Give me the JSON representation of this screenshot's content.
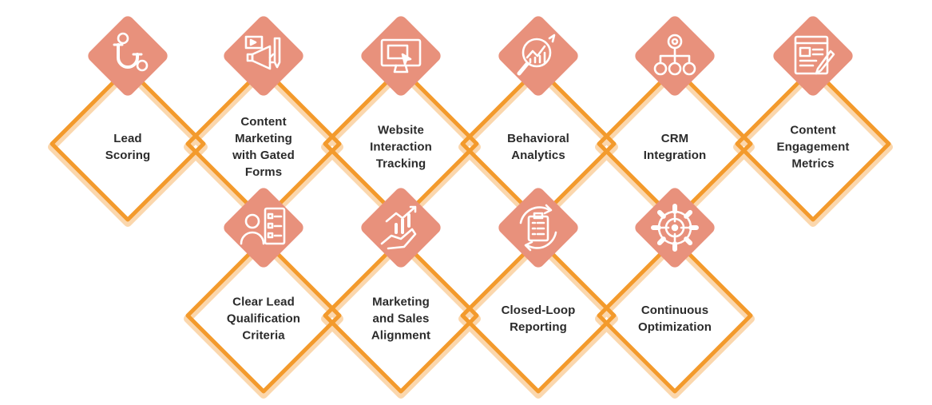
{
  "colors": {
    "outline": "#f39a2c",
    "outline_shadow": "#fbd7ad",
    "icon_tile": "#e8917c",
    "icon_stroke": "#ffffff",
    "text": "#2b2b2b"
  },
  "items": [
    {
      "id": "lead-scoring",
      "lines": [
        "Lead",
        "Scoring"
      ],
      "icon": "magnet-icon"
    },
    {
      "id": "content-marketing",
      "lines": [
        "Content",
        "Marketing",
        "with Gated",
        "Forms"
      ],
      "icon": "megaphone-icon"
    },
    {
      "id": "website-tracking",
      "lines": [
        "Website",
        "Interaction",
        "Tracking"
      ],
      "icon": "monitor-icon"
    },
    {
      "id": "behavioral-analytics",
      "lines": [
        "Behavioral",
        "Analytics"
      ],
      "icon": "magnifier-chart-icon"
    },
    {
      "id": "crm-integration",
      "lines": [
        "CRM",
        "Integration"
      ],
      "icon": "network-gear-icon"
    },
    {
      "id": "content-engagement",
      "lines": [
        "Content",
        "Engagement",
        "Metrics"
      ],
      "icon": "document-pen-icon"
    },
    {
      "id": "lead-qualification",
      "lines": [
        "Clear Lead",
        "Qualification",
        "Criteria"
      ],
      "icon": "person-checklist-icon"
    },
    {
      "id": "sales-alignment",
      "lines": [
        "Marketing",
        "and Sales",
        "Alignment"
      ],
      "icon": "hand-growth-icon"
    },
    {
      "id": "closed-loop",
      "lines": [
        "Closed-Loop",
        "Reporting"
      ],
      "icon": "clipboard-cycle-icon"
    },
    {
      "id": "continuous-optimization",
      "lines": [
        "Continuous",
        "Optimization"
      ],
      "icon": "gear-target-icon"
    }
  ]
}
